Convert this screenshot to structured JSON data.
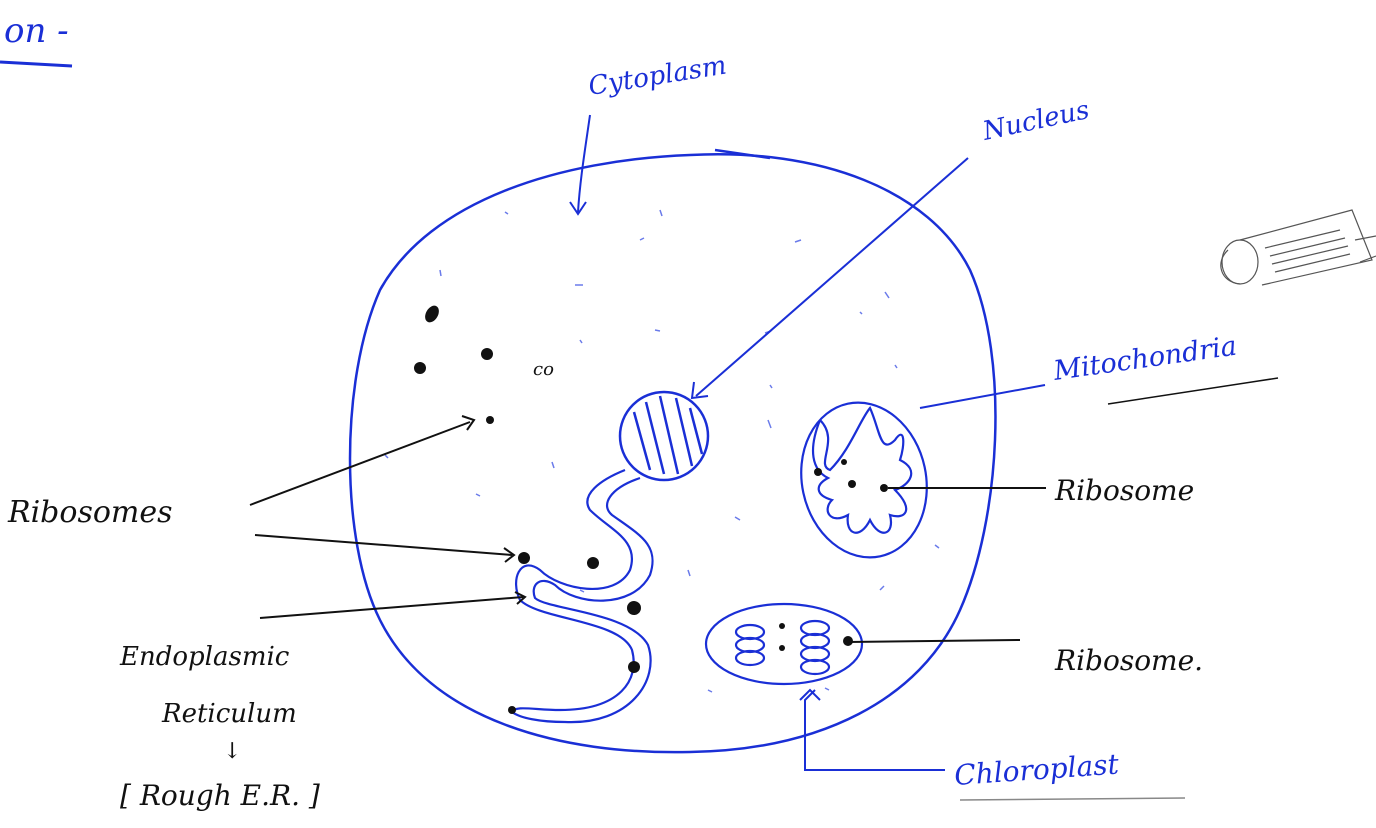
{
  "heading_fragment": "on -",
  "labels": {
    "cytoplasm": "Cytoplasm",
    "nucleus": "Nucleus",
    "mitochondria": "Mitochondria",
    "ribosome_mito": "Ribosome",
    "ribosome_chloro": "Ribosome.",
    "chloroplast": "Chloroplast",
    "ribosomes": "Ribosomes",
    "endoplasmic": "Endoplasmic",
    "reticulum": "Reticulum",
    "arrow_down": "↓",
    "rough_er": "[ Rough E.R. ]"
  },
  "colors": {
    "ink_blue": "#1a2fd6",
    "ink_black": "#111111"
  }
}
